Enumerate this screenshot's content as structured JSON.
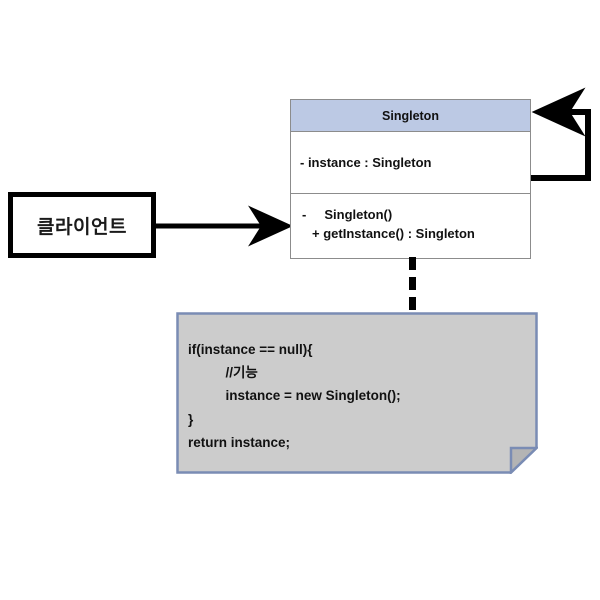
{
  "diagram": {
    "title": "Singleton pattern UML class diagram",
    "type": "uml-class-diagram",
    "background_color": "#ffffff"
  },
  "client": {
    "label": "클라이언트",
    "border_color": "#000000",
    "fill_color": "#ffffff"
  },
  "singleton_class": {
    "name": "Singleton",
    "header_fill": "#bcc9e4",
    "border_color": "#8c8c8c",
    "body_fill": "#ffffff",
    "attributes": [
      "- instance : Singleton"
    ],
    "methods": [
      {
        "visibility": "-",
        "signature": "Singleton()"
      },
      {
        "visibility": "",
        "signature": "+ getInstance() : Singleton"
      }
    ]
  },
  "note": {
    "fill_color": "#cccccc",
    "border_color": "#7a8cb4",
    "fold_color": "#b4b4b4",
    "code_lines": [
      "if(instance == null){",
      "          //기능",
      "          instance = new Singleton();",
      "}",
      "return instance;"
    ]
  },
  "connectors": {
    "client_to_class": {
      "name": "association-arrow",
      "color": "#000000",
      "style": "solid",
      "arrowhead": "filled-triangle"
    },
    "self_loop": {
      "name": "self-association-loop",
      "color": "#000000",
      "style": "solid",
      "arrowhead": "filled-triangle"
    },
    "class_to_note": {
      "name": "note-anchor-line",
      "color": "#000000",
      "style": "dashed"
    }
  }
}
